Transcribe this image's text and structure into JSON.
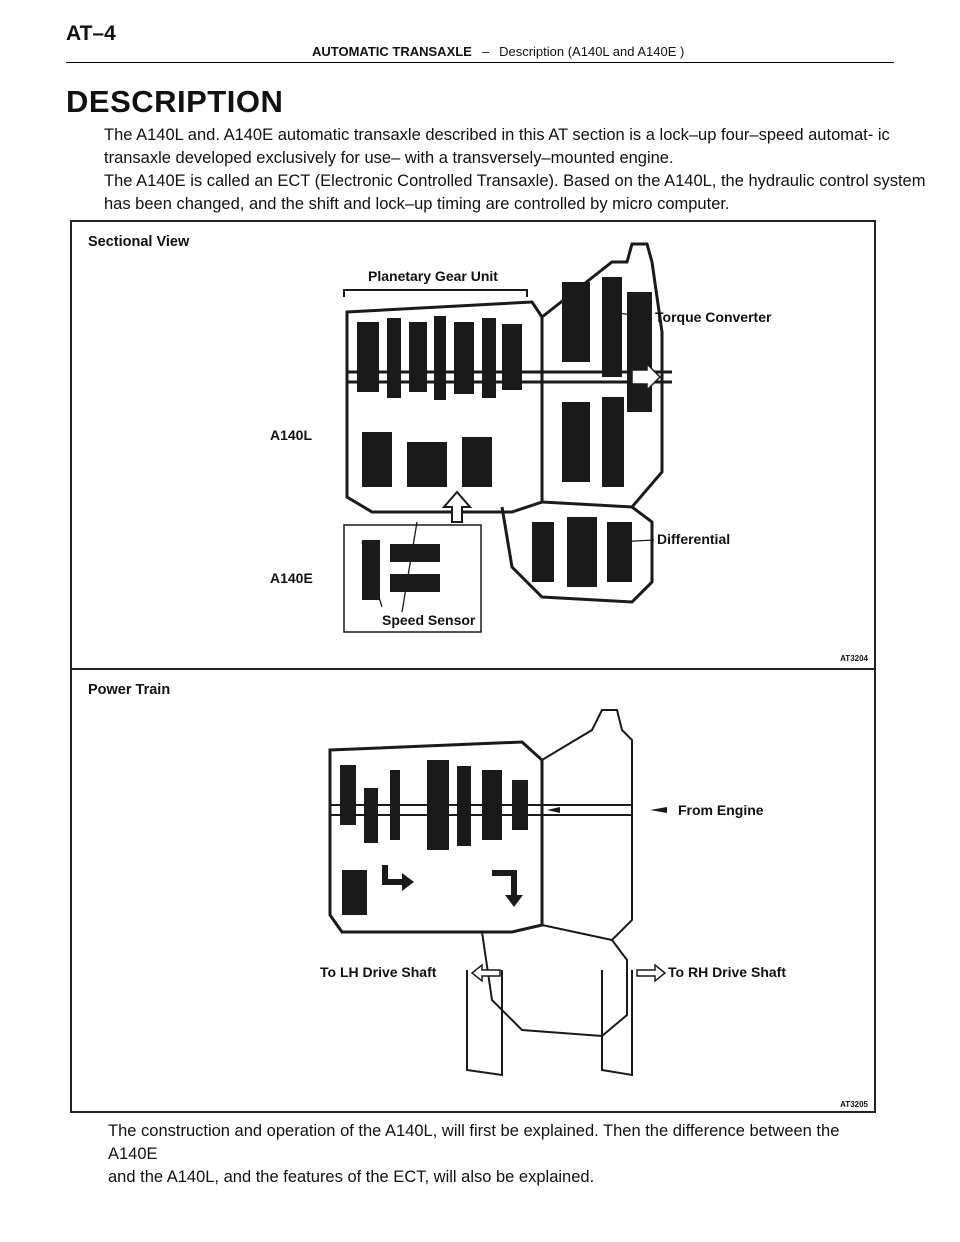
{
  "header": {
    "page_number": "AT–4",
    "section": "AUTOMATIC TRANSAXLE",
    "separator": "–",
    "subsection": "Description (A140L and A140E )"
  },
  "heading": "DESCRIPTION",
  "intro": {
    "paragraph1": "The A140L and. A140E automatic transaxle described in this AT section is a lock–up four–speed automat- ic transaxle developed exclusively for use– with a transversely–mounted engine.",
    "paragraph2": "The A140E is called an ECT (Electronic Controlled Transaxle). Based on the A140L, the hydraulic control system has been changed, and the shift and lock–up timing are controlled by micro computer."
  },
  "figure": {
    "sectional_view": {
      "title": "Sectional View",
      "labels": {
        "planetary": "Planetary Gear Unit",
        "torque": "Torque Converter",
        "a140l": "A140L",
        "a140e": "A140E",
        "differential": "Differential",
        "speed_sensor": "Speed Sensor"
      },
      "code": "AT3204"
    },
    "power_train": {
      "title": "Power Train",
      "labels": {
        "from_engine": "From Engine",
        "lh": "To LH Drive Shaft",
        "rh": "To RH Drive Shaft"
      },
      "code": "AT3205"
    },
    "ink_color": "#1a1a1a"
  },
  "closing": {
    "line1": "The construction and operation of the A140L, will first be explained. Then the difference between the",
    "line2": "A140E",
    "line3": "and the A140L, and the features of the ECT, will also be explained."
  }
}
